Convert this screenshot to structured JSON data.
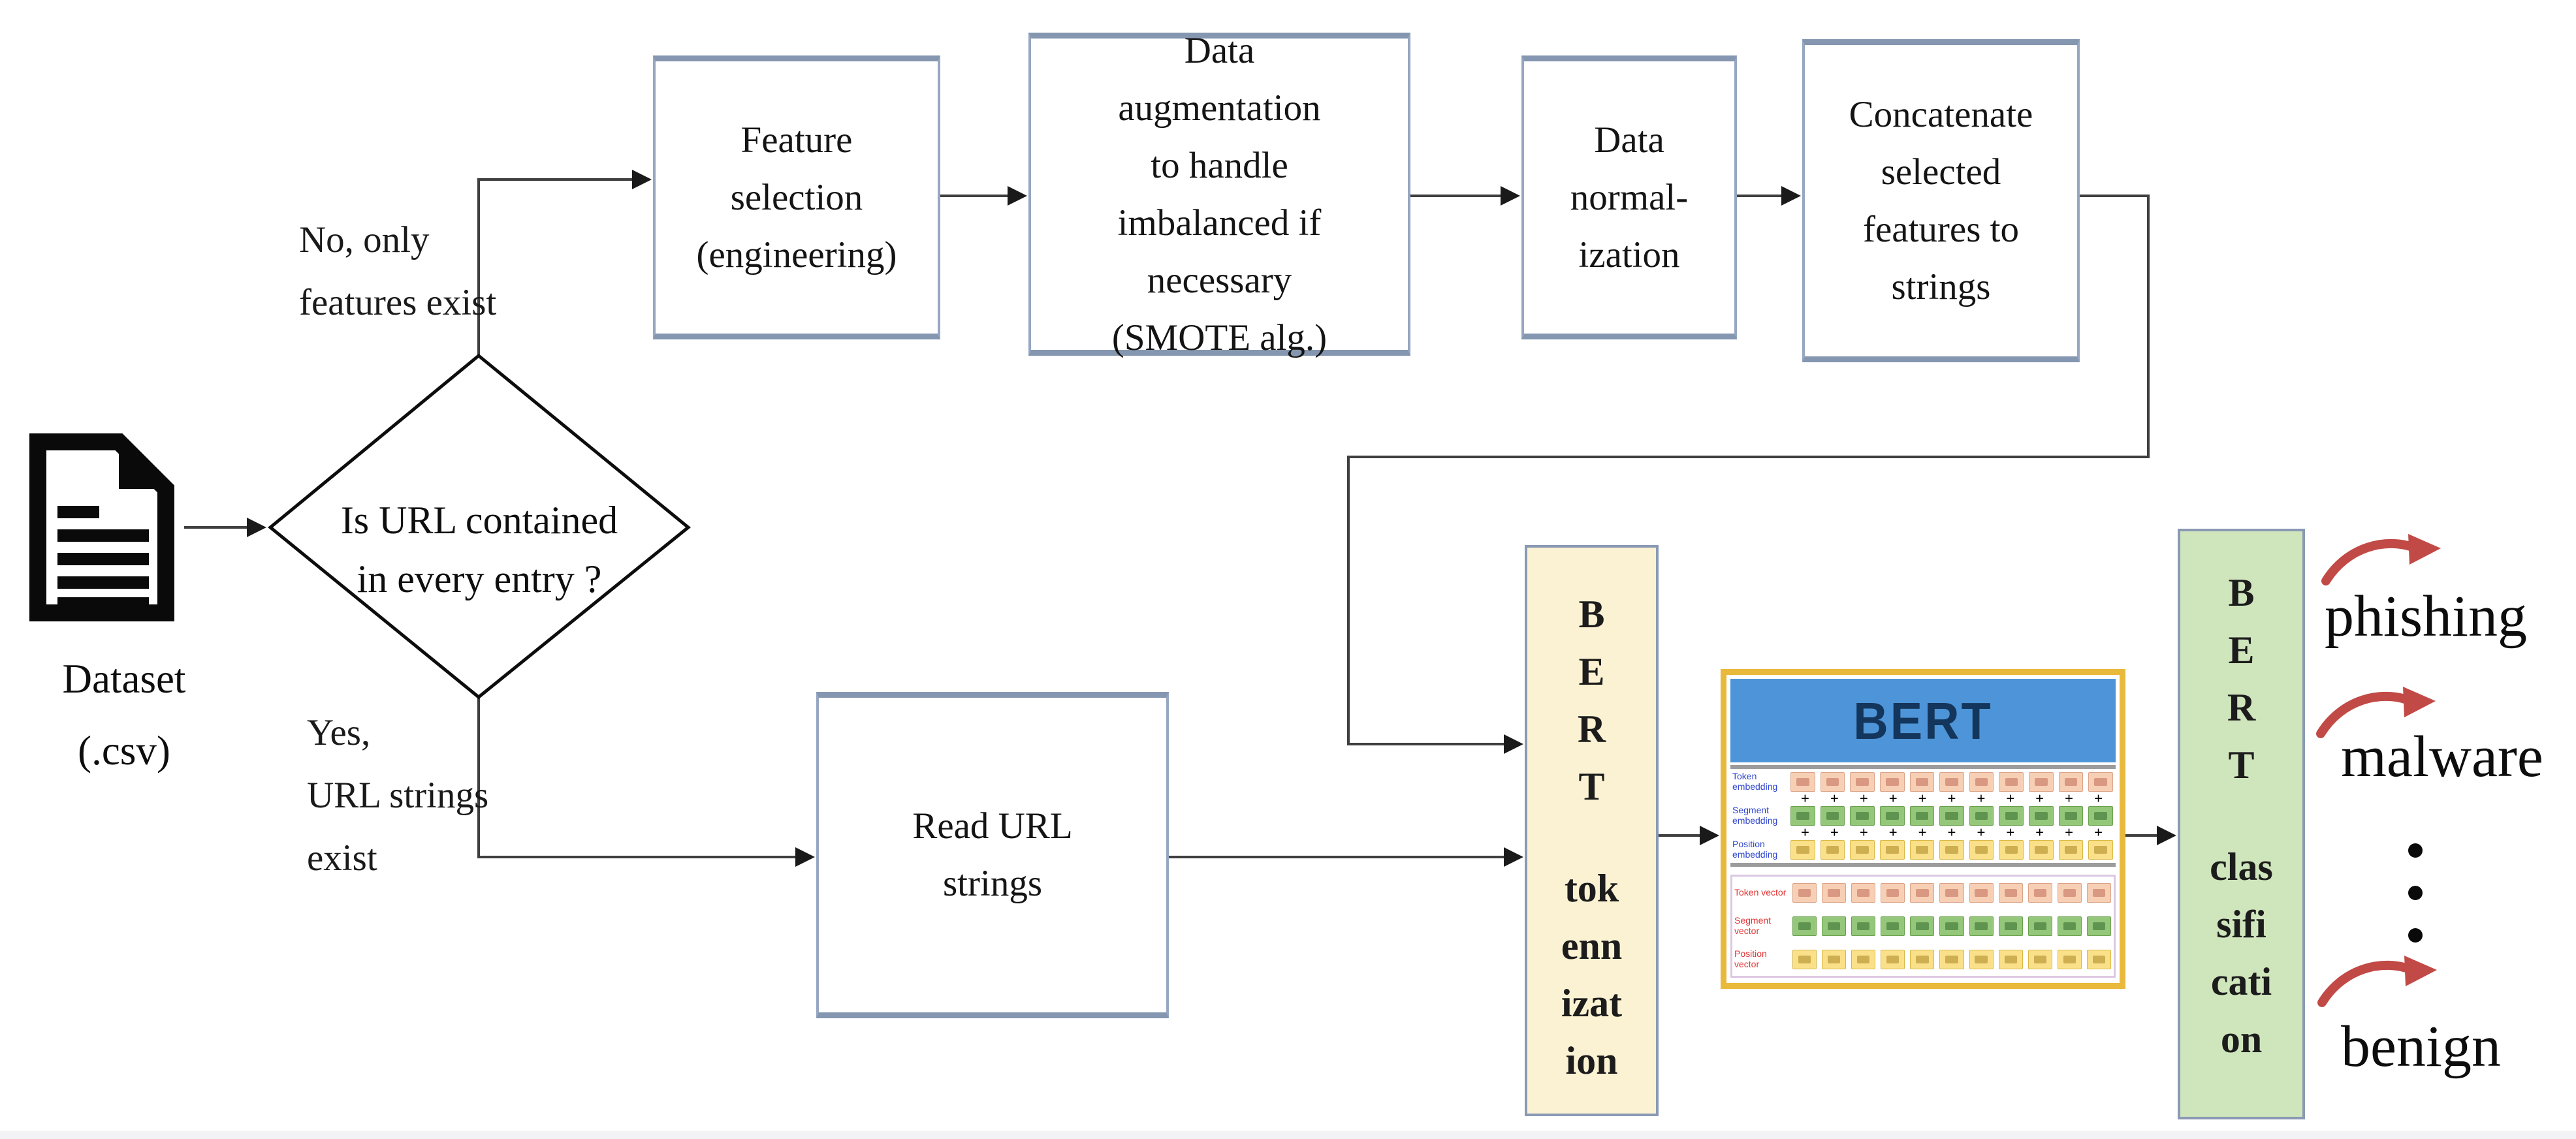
{
  "flow": {
    "dataset": {
      "icon": "document-icon",
      "label_lines": [
        "Dataset",
        "(.csv)"
      ]
    },
    "decision": {
      "lines": [
        "Is URL contained",
        "in every entry ?"
      ]
    },
    "branches": {
      "no": {
        "lines": [
          "No, only",
          "features exist"
        ]
      },
      "yes": {
        "lines": [
          "Yes,",
          "URL strings",
          "exist"
        ]
      }
    },
    "process_boxes": {
      "feature_selection": {
        "lines": [
          "Feature",
          "selection",
          "(engineering)"
        ]
      },
      "data_augmentation": {
        "lines": [
          "Data",
          "augmentation",
          "to handle",
          "imbalanced if",
          "necessary",
          "(SMOTE alg.)"
        ]
      },
      "data_normalization": {
        "lines": [
          "Data",
          "normal-",
          "ization"
        ]
      },
      "concatenate": {
        "lines": [
          "Concatenate",
          "selected",
          "features to",
          "strings"
        ]
      },
      "read_url": {
        "lines": [
          "Read URL",
          "strings"
        ]
      }
    },
    "bert_tokenization": {
      "title_letters": [
        "B",
        "E",
        "R",
        "T"
      ],
      "word_lines": [
        "tok",
        "enn",
        "izat",
        "ion"
      ]
    },
    "bert_classification": {
      "title_letters": [
        "B",
        "E",
        "R",
        "T"
      ],
      "word_lines": [
        "clas",
        "sifi",
        "cati",
        "on"
      ]
    },
    "bert_diagram": {
      "title": "BERT",
      "plus_symbol": "+",
      "embedding_rows": [
        {
          "label": "Token embedding",
          "color": "pink",
          "cells": 11
        },
        {
          "label": "Segment embedding",
          "color": "green",
          "cells": 11
        },
        {
          "label": "Position embedding",
          "color": "yellow",
          "cells": 11
        }
      ],
      "vector_rows": [
        {
          "label": "Token vector",
          "color": "pink",
          "cells": 11
        },
        {
          "label": "Segment vector",
          "color": "green",
          "cells": 11
        },
        {
          "label": "Position vector",
          "color": "yellow",
          "cells": 11
        }
      ]
    },
    "outputs": {
      "labels": [
        "phishing",
        "malware",
        "benign"
      ],
      "ellipsis_icon": "vertical-ellipsis-icon",
      "arrow_icon": "curved-red-arrow-icon"
    },
    "colors": {
      "box_border": "#8496b0",
      "token_box_fill": "#fbf2d3",
      "classify_box_fill": "#cfe5bc",
      "bert_header_blue": "#4d95d8",
      "bert_title_navy": "#14365c",
      "bert_border_gold": "#e9b93c",
      "cell_pink": "#f7cfb5",
      "cell_green": "#95c77b",
      "cell_yellow": "#fbe08a",
      "red_arrow": "#c14a46"
    }
  }
}
